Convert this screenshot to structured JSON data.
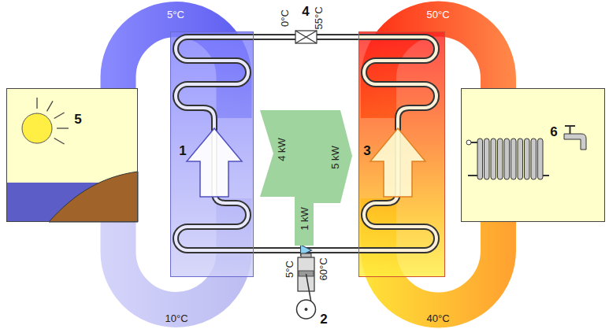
{
  "diagram": {
    "nodes": [
      {
        "text": [
          "5"
        ]
      },
      {
        "text": [
          "1"
        ]
      },
      {
        "text": [
          "4 kW",
          "5 kW",
          "1 kW"
        ]
      },
      {
        "text": [
          "3"
        ]
      },
      {
        "text": [
          "6"
        ]
      }
    ],
    "edges": [
      {
        "from": 1,
        "to": 3,
        "arrow": "to"
      },
      {
        "from": 3,
        "to": 1,
        "arrow": "none"
      }
    ],
    "labels": [
      "5°C",
      "0°C",
      "4",
      "55°C",
      "50°C",
      "5°C",
      "60°C",
      "2",
      "10°C",
      "40°C"
    ]
  }
}
